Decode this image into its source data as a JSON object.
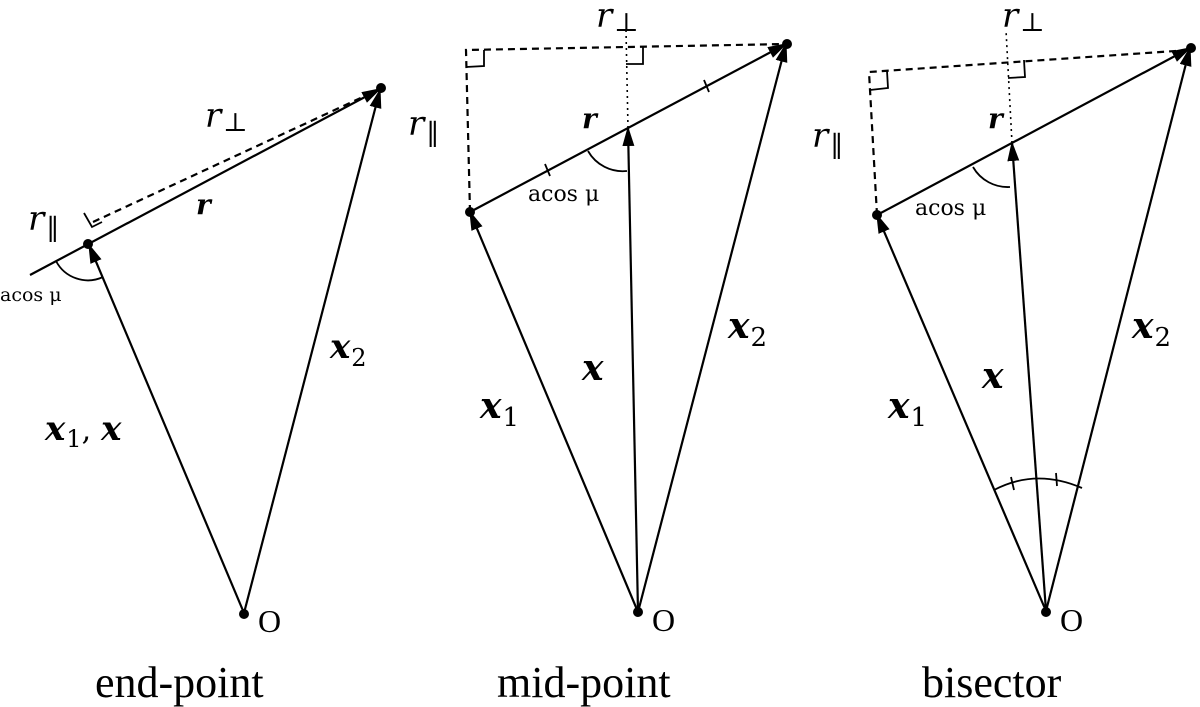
{
  "panels": [
    {
      "caption": "end-point",
      "origin_label": "O",
      "x1_label": "x",
      "x1_sub": "1",
      "x1_sep": ",",
      "x_label": "x",
      "x2_label": "x",
      "x2_sub": "2",
      "r_label": "r",
      "r_par": "r",
      "r_par_sub": "‖",
      "r_perp": "r",
      "r_perp_sub": "⊥",
      "angle_label": "acos μ"
    },
    {
      "caption": "mid-point",
      "origin_label": "O",
      "x1_label": "x",
      "x1_sub": "1",
      "x_label": "x",
      "x2_label": "x",
      "x2_sub": "2",
      "r_label": "r",
      "r_par": "r",
      "r_par_sub": "‖",
      "r_perp": "r",
      "r_perp_sub": "⊥",
      "angle_label": "acos μ"
    },
    {
      "caption": "bisector",
      "origin_label": "O",
      "x1_label": "x",
      "x1_sub": "1",
      "x_label": "x",
      "x2_label": "x",
      "x2_sub": "2",
      "r_label": "r",
      "r_par": "r",
      "r_par_sub": "‖",
      "r_perp": "r",
      "r_perp_sub": "⊥",
      "angle_label": "acos μ"
    }
  ]
}
